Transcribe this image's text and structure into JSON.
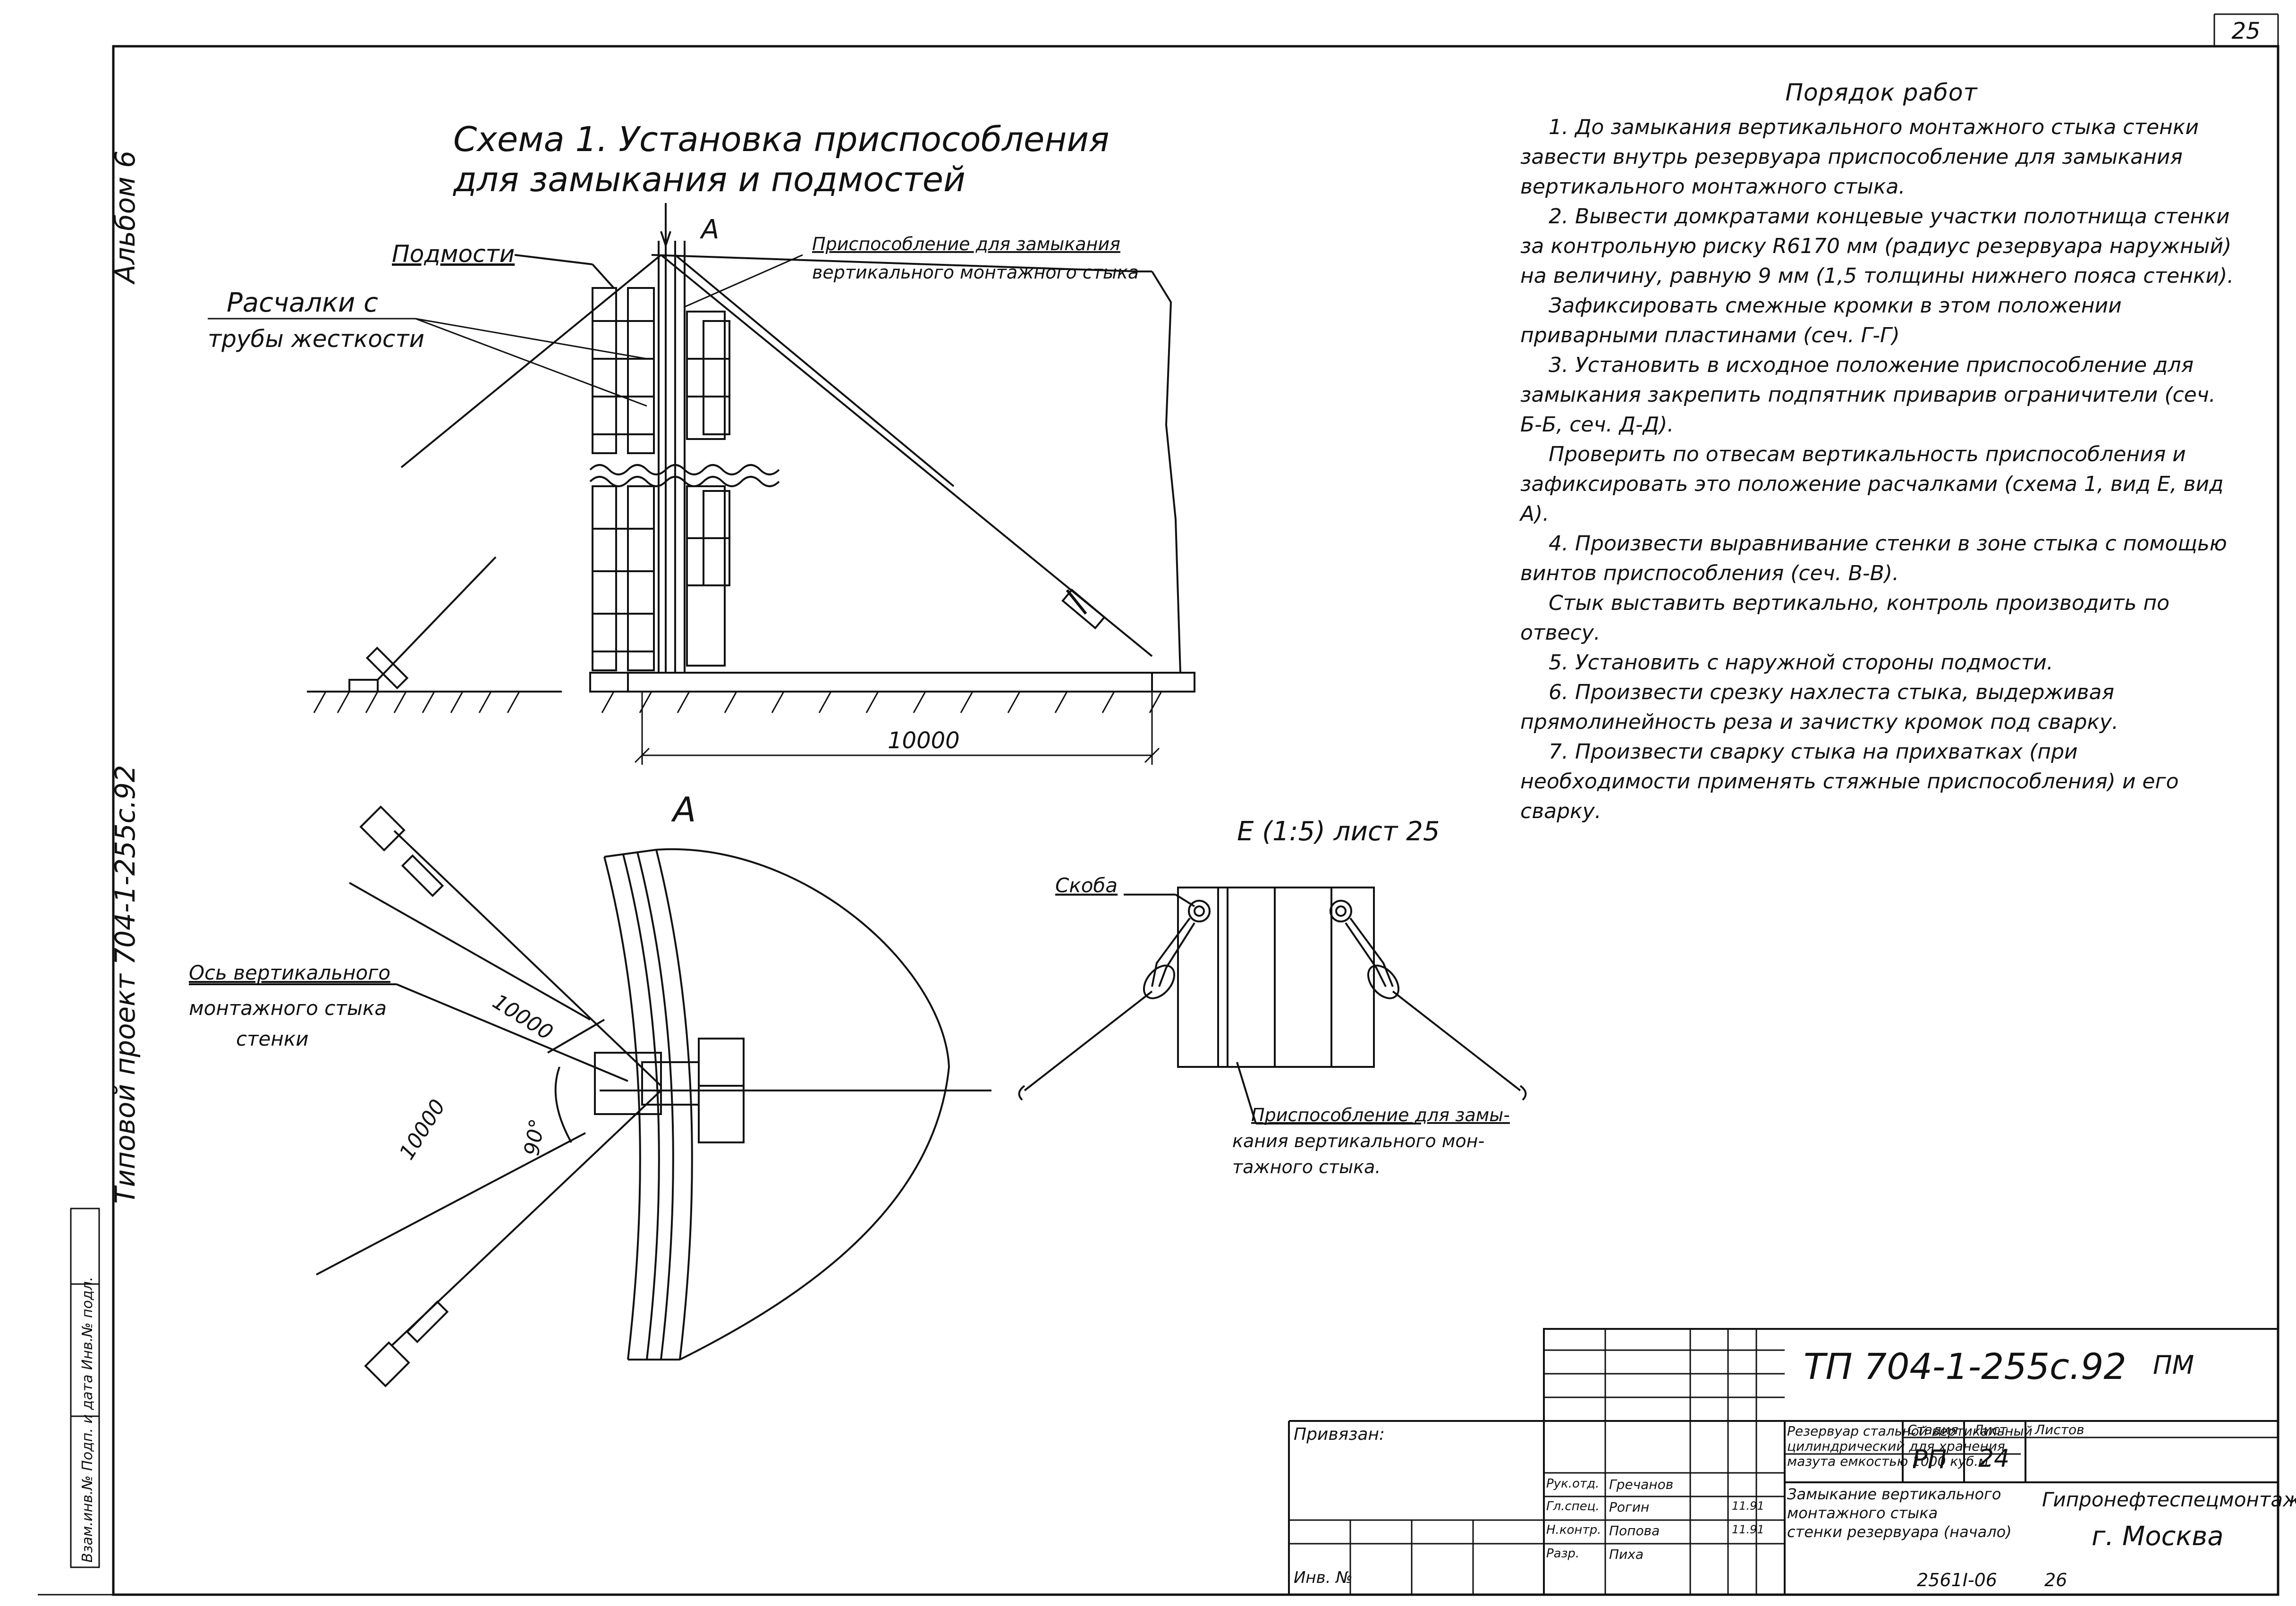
{
  "sheet": {
    "number": "25",
    "album": "Альбом 6",
    "project": "Типовой проект 704-1-255с.92"
  },
  "scheme": {
    "title_line1": "Схема 1. Установка приспособления",
    "title_line2": "для замыкания и подмостей",
    "labels": {
      "scaffold": "Подмости",
      "guys_line1": "Расчалки с",
      "guys_line2": "трубы жесткости",
      "device_line1": "Приспособление для замыкания",
      "device_line2": "вертикального монтажного стыка",
      "dim_10000": "10000",
      "section_a_marker": "А"
    }
  },
  "view_a": {
    "title": "А",
    "axis_line1": "Ось вертикального",
    "axis_line2": "монтажного стыка",
    "axis_line3": "стенки",
    "dim_upper": "10000",
    "dim_lower": "10000",
    "angle": "90°"
  },
  "view_e": {
    "title": "Е (1:5) лист 25",
    "bracket": "Скоба",
    "device_line1": "Приспособление для замы-",
    "device_line2": "кания вертикального мон-",
    "device_line3": "тажного стыка."
  },
  "work_order": {
    "heading": "Порядок работ",
    "items": [
      "1. До замыкания вертикального монтажного стыка стенки завести внутрь резервуара приспособление для замыкания вертикального монтажного стыка.",
      "2. Вывести домкратами концевые участки полотнища стенки за контрольную риску R6170 мм (радиус резервуара наружный) на величину, равную 9 мм (1,5 толщины нижнего пояса стенки).",
      "Зафиксировать смежные кромки в этом положении приварными пластинами (сеч. Г-Г)",
      "3. Установить в исходное положение приспособление для замыкания закрепить подпятник приварив ограничители (сеч. Б-Б, сеч. Д-Д).",
      "Проверить по отвесам вертикальность приспособления и зафиксировать это положение расчалками (схема 1, вид Е, вид А).",
      "4. Произвести выравнивание стенки в зоне стыка с помощью винтов приспособления (сеч. В-В).",
      "Стык выставить вертикально, контроль производить по отвесу.",
      "5. Установить с наружной стороны подмости.",
      "6. Произвести срезку нахлеста стыка, выдерживая прямолинейность реза и зачистку кромок под сварку.",
      "7. Произвести сварку стыка на прихватках (при необходимости применять стяжные приспособления) и его сварку."
    ]
  },
  "title_block": {
    "code": "ТП 704-1-255с.92",
    "doc_mark": "ПМ",
    "linked": "Привязан:",
    "inv_no": "Инв. №",
    "object_line1": "Резервуар стальной вертикальный",
    "object_line2": "цилиндрический для хранения",
    "object_line3": "мазута емкостью 1000 куб.м.",
    "drawing_line1": "Замыкание вертикального",
    "drawing_line2": "монтажного стыка",
    "drawing_line3": "стенки резервуара (начало)",
    "stage_label": "Стадия",
    "sheet_label": "Лист",
    "sheets_label": "Листов",
    "stage": "РП",
    "sheet": "24",
    "org_line1": "Гипронефтеспецмонтаж",
    "org_line2": "г. Москва",
    "roles": [
      "Рук.отд.",
      "Гл.спец.",
      "Н.контр.",
      "Разр."
    ],
    "names": [
      "Гречанов",
      "Рогин",
      "Попова",
      "Пиха"
    ],
    "dates": [
      "11.91",
      "11.91"
    ],
    "archive": "2561I-06",
    "page": "26",
    "side_stamp": "Взам.инв.№  Подп. и дата  Инв.№ подл."
  }
}
